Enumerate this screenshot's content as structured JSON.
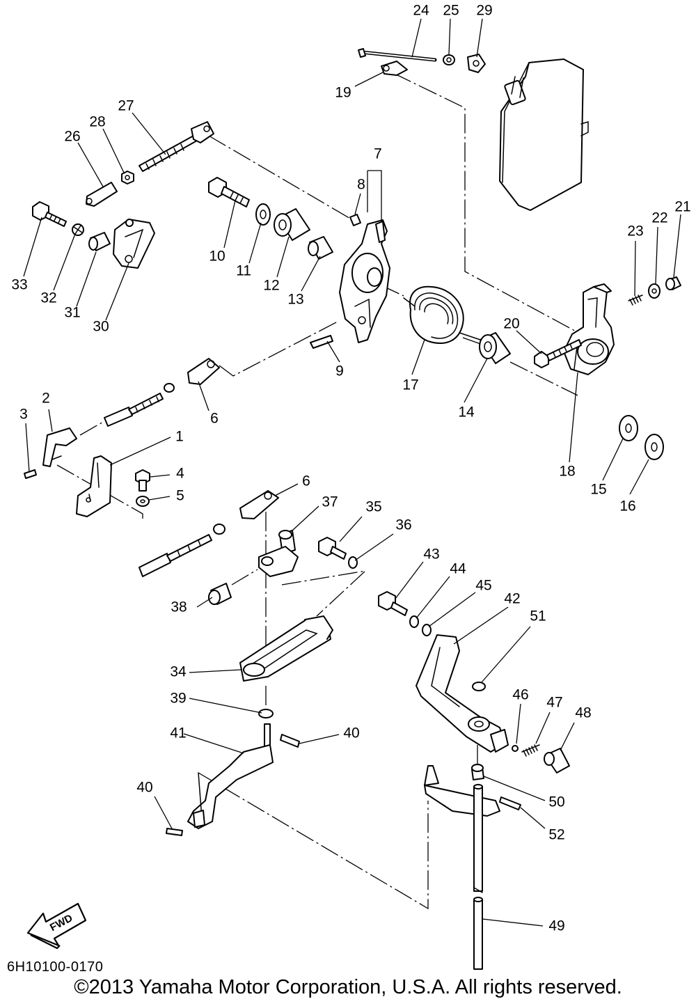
{
  "diagram": {
    "drawing_code": "6H10100-0170",
    "copyright": "©2013 Yamaha Motor Corporation, U.S.A. All rights reserved.",
    "direction_indicator": "FWD",
    "callouts": [
      "1",
      "2",
      "3",
      "4",
      "5",
      "6",
      "6",
      "7",
      "8",
      "9",
      "10",
      "11",
      "12",
      "13",
      "14",
      "15",
      "16",
      "17",
      "18",
      "19",
      "20",
      "21",
      "22",
      "23",
      "24",
      "25",
      "26",
      "27",
      "28",
      "29",
      "30",
      "31",
      "32",
      "33",
      "34",
      "35",
      "36",
      "37",
      "38",
      "39",
      "40",
      "40",
      "41",
      "42",
      "43",
      "44",
      "45",
      "46",
      "47",
      "48",
      "49",
      "50",
      "51",
      "52"
    ]
  }
}
